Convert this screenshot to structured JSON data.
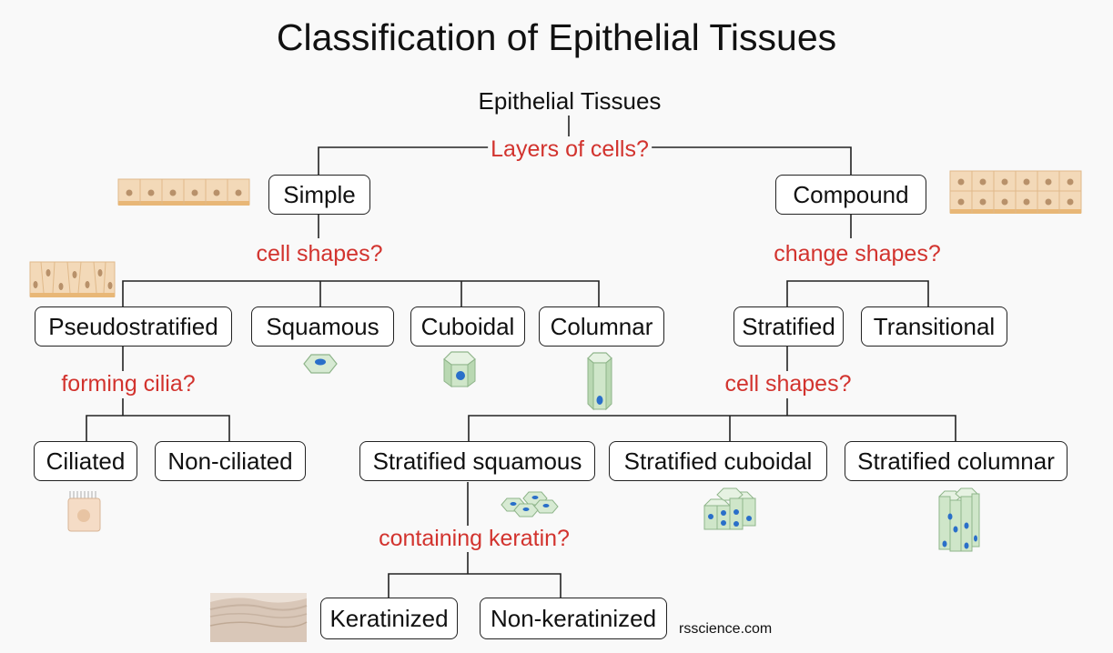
{
  "title": "Classification of Epithelial Tissues",
  "root": "Epithelial Tissues",
  "questions": {
    "layers": "Layers of cells?",
    "simple_shapes": "cell shapes?",
    "compound_shapes": "change shapes?",
    "cilia": "forming cilia?",
    "stratified_shapes": "cell shapes?",
    "keratin": "containing keratin?"
  },
  "nodes": {
    "simple": "Simple",
    "compound": "Compound",
    "pseudostratified": "Pseudostratified",
    "squamous": "Squamous",
    "cuboidal": "Cuboidal",
    "columnar": "Columnar",
    "stratified": "Stratified",
    "transitional": "Transitional",
    "ciliated": "Ciliated",
    "non_ciliated": "Non-ciliated",
    "stratified_squamous": "Stratified squamous",
    "stratified_cuboidal": "Stratified cuboidal",
    "stratified_columnar": "Stratified columnar",
    "keratinized": "Keratinized",
    "non_keratinized": "Non-keratinized"
  },
  "watermark": "rsscience.com",
  "colors": {
    "question_text": "#d2332e",
    "node_border": "#222222",
    "connector": "#222222",
    "cell_fill_tan": "#f3d9b8",
    "cell_fill_green": "#d7ead3",
    "nucleus_blue": "#2a6fc9"
  }
}
